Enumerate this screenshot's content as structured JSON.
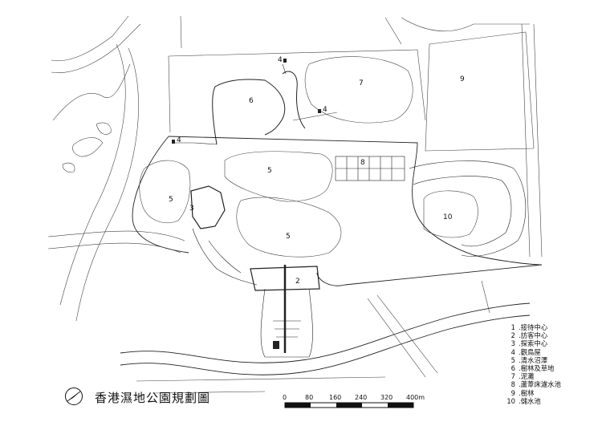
{
  "title": "香港濕地公園規劃圖",
  "zones": [
    {
      "num": "1",
      "name": "接待中心"
    },
    {
      "num": "2",
      "name": "訪客中心"
    },
    {
      "num": "3",
      "name": "探索中心"
    },
    {
      "num": "4",
      "name": "觀鳥屋"
    },
    {
      "num": "5",
      "name": "清水沼澤"
    },
    {
      "num": "6",
      "name": "樹林及草地"
    },
    {
      "num": "7",
      "name": "泥灘"
    },
    {
      "num": "8",
      "name": "蘆葦床濾水池"
    },
    {
      "num": "9",
      "name": "樹林"
    },
    {
      "num": "10",
      "name": "儲水池"
    }
  ],
  "map_labels": [
    "2",
    "3",
    "4",
    "4",
    "4",
    "5",
    "5",
    "5",
    "6",
    "7",
    "8",
    "9",
    "10"
  ],
  "scale": {
    "ticks": [
      "0",
      "80",
      "160",
      "240",
      "320",
      "400m"
    ]
  }
}
